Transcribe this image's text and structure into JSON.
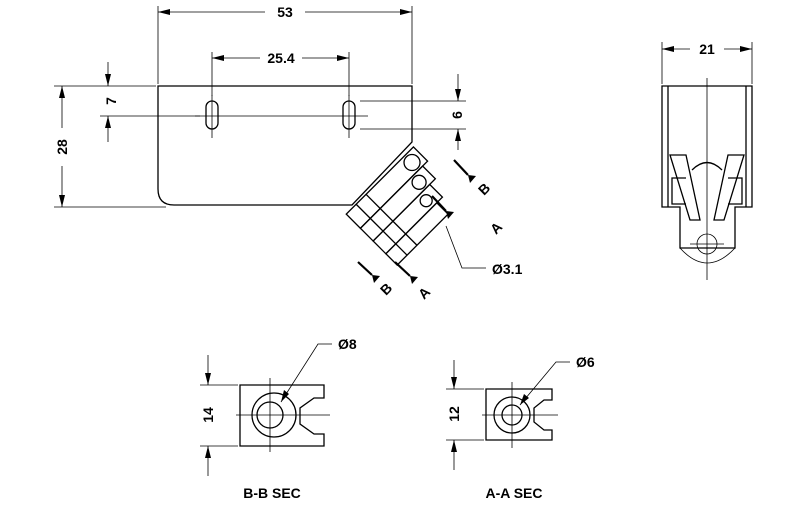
{
  "dimensions": {
    "overall_width": "53",
    "hole_spacing": "25.4",
    "hole_offset": "7",
    "height": "28",
    "slot_height": "6",
    "side_width": "21",
    "hole_diameter": "Ø3.1",
    "bb_diameter": "Ø8",
    "bb_height": "14",
    "aa_diameter": "Ø6",
    "aa_height": "12"
  },
  "section_markers": {
    "b_top": "B",
    "a_top": "A",
    "b_bottom": "B",
    "a_bottom": "A"
  },
  "section_titles": {
    "bb": "B-B SEC",
    "aa": "A-A SEC"
  }
}
